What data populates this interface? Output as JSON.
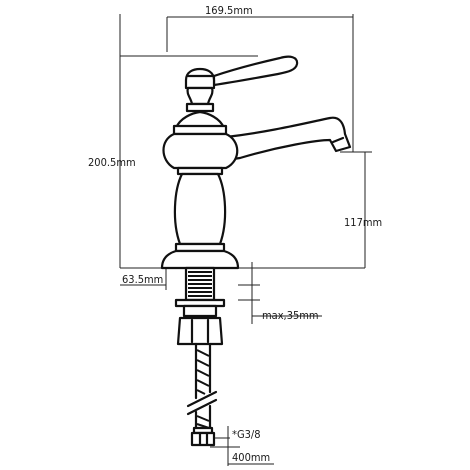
{
  "dimensions": {
    "total_width": "169.5mm",
    "total_height": "200.5mm",
    "spout_height": "117mm",
    "base_diameter": "63.5mm",
    "max_mount_thickness": "max,35mm",
    "connector_thread": "*G3/8",
    "hose_length": "400mm"
  },
  "colors": {
    "line": "#111111",
    "background": "#ffffff"
  }
}
